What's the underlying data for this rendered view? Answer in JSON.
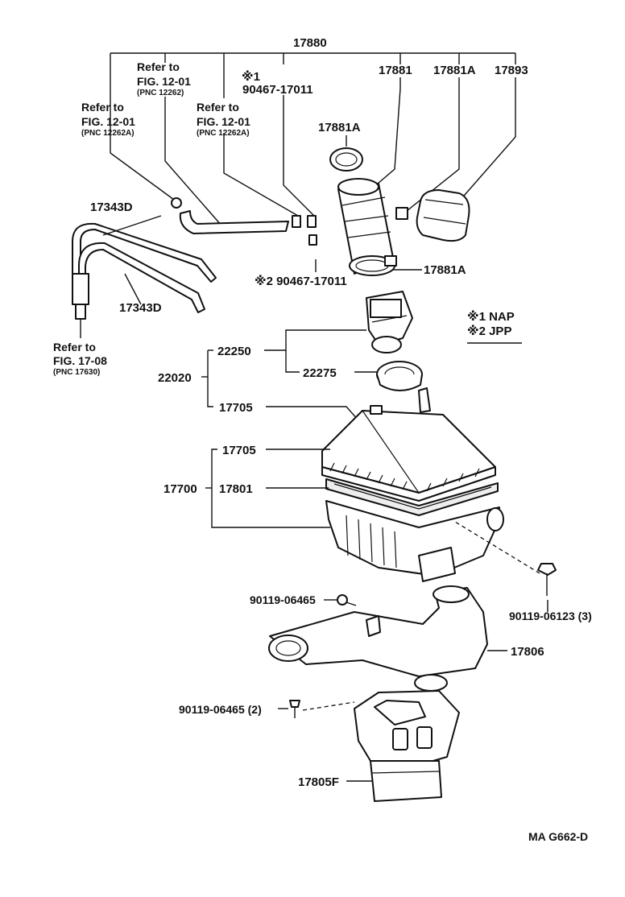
{
  "labels": {
    "p17880": "17880",
    "refer_a": "Refer to",
    "fig_a": "FIG. 12-01",
    "pnc_a": "(PNC 12262A)",
    "refer_b": "Refer to",
    "fig_b": "FIG. 12-01",
    "pnc_b": "(PNC 12262)",
    "refer_c": "Refer to",
    "fig_c": "FIG. 12-01",
    "pnc_c": "(PNC 12262A)",
    "note1_mark": "※1",
    "p90467_1": "90467-17011",
    "p17881": "17881",
    "p17881A_top": "17881A",
    "p17893": "17893",
    "p17881A_mid": "17881A",
    "p17343D_top": "17343D",
    "p17343D_bot": "17343D",
    "p90467_2": "※2 90467-17011",
    "p17881A_bot": "17881A",
    "refer_d": "Refer to",
    "fig_d": "FIG. 17-08",
    "pnc_d": "(PNC 17630)",
    "legend1": "※1 NAP",
    "legend2": "※2 JPP",
    "p22250": "22250",
    "p22020": "22020",
    "p22275": "22275",
    "p17705_a": "17705",
    "p17705_b": "17705",
    "p17700": "17700",
    "p17801": "17801",
    "p90119_06465": "90119-06465",
    "p90119_06123": "90119-06123 (3)",
    "p17806": "17806",
    "p90119_06465_2": "90119-06465 (2)",
    "p17805F": "17805F",
    "code": "MA  G662-D"
  }
}
